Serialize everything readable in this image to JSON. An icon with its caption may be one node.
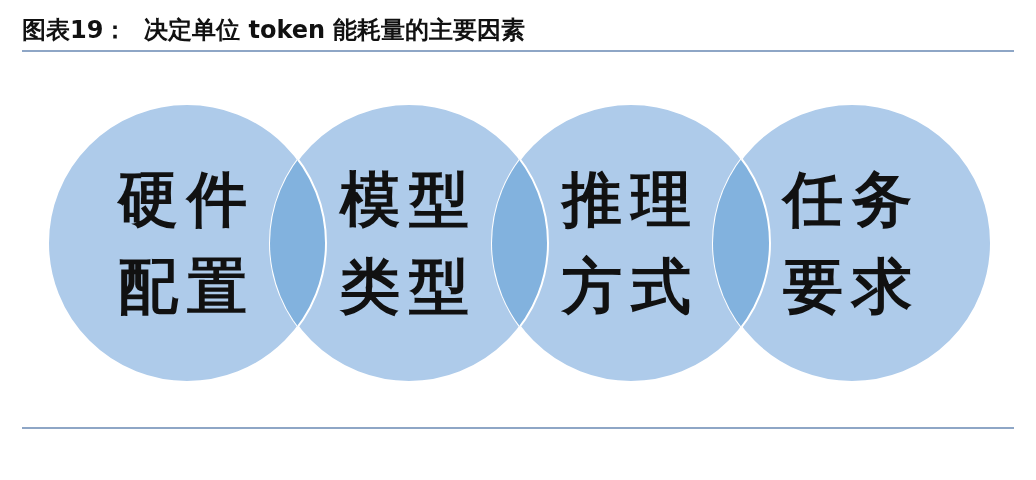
{
  "diagram": {
    "title": "图表19：  决定单位 token 能耗量的主要因素",
    "nodes": [
      {
        "text": [
          "硬件配置"
        ]
      },
      {
        "text": [
          "模型类型"
        ]
      },
      {
        "text": [
          "推理方式"
        ]
      },
      {
        "text": [
          "任务要求"
        ]
      }
    ]
  }
}
